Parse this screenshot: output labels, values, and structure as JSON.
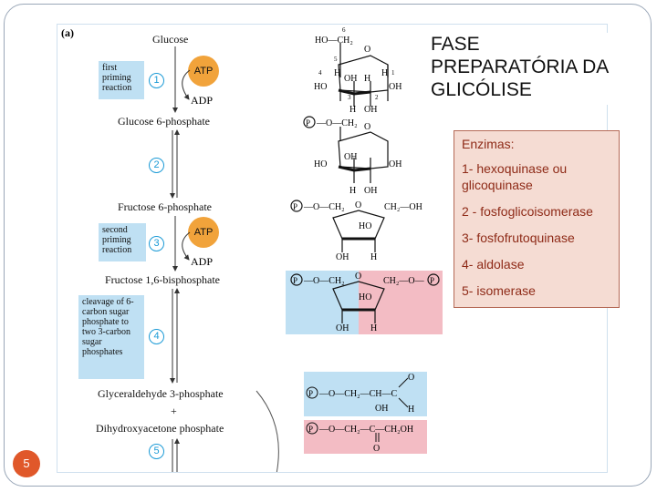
{
  "title": "FASE PREPARATÓRIA DA GLICÓLISE",
  "panel_letter": "(a)",
  "metabolites": {
    "glucose": "Glucose",
    "glucose_6p": "Glucose 6-phosphate",
    "fructose_6p": "Fructose 6-phosphate",
    "fructose_16bp": "Fructose 1,6-bisphosphate",
    "g3p": "Glyceraldehyde 3-phosphate",
    "plus": "+",
    "dhap": "Dihydroxyacetone phosphate"
  },
  "steps": [
    {
      "num": "1",
      "note": "first priming reaction"
    },
    {
      "num": "2",
      "note": ""
    },
    {
      "num": "3",
      "note": "second priming reaction"
    },
    {
      "num": "4",
      "note": "cleavage of 6-carbon sugar phosphate to two 3-carbon sugar phosphates"
    },
    {
      "num": "5",
      "note": ""
    }
  ],
  "cofactors": {
    "atp": "ATP",
    "adp": "ADP"
  },
  "enzymes": {
    "header": "Enzimas:",
    "items": [
      "1- hexoquinase ou glicoquinase",
      "2 - fosfoglicoisomerase",
      "3- fosfofrutoquinase",
      "4- aldolase",
      "5- isomerase"
    ]
  },
  "structure_labels": {
    "H": "H",
    "OH": "OH",
    "HO": "HO",
    "O": "O",
    "P": "P",
    "ch2": "CH₂",
    "ch2oh": "CH₂OH",
    "ch": "CH",
    "c": "C",
    "ho_ch2": "HO—CH₂",
    "p_o_ch2": "—O—CH₂",
    "c1": "1",
    "c2": "2",
    "c3": "3",
    "c4": "4",
    "c5": "5",
    "c6": "6"
  },
  "colors": {
    "accent": "#1b9ad6",
    "atp": "#f1a33b",
    "blue_hl": "#bfe0f3",
    "pink_hl": "#f3bcc4",
    "enzyme_bg": "#f5dcd3",
    "enzyme_text": "#8e2a17",
    "badge": "#e0582a"
  },
  "page_number": "5"
}
